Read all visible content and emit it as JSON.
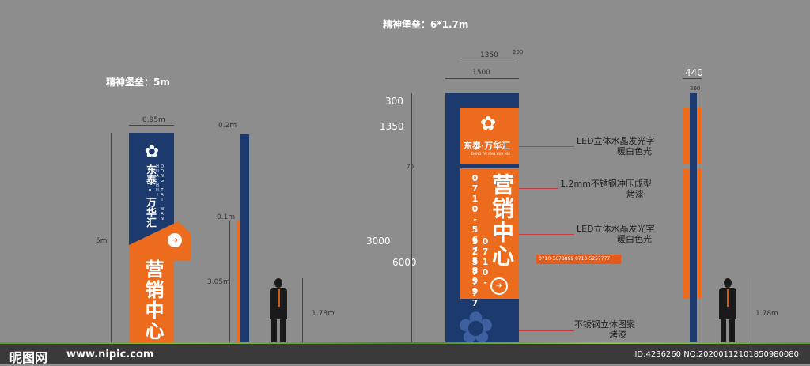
{
  "left": {
    "heading": "精神堡垒：5m",
    "dim_width": "0.95m",
    "dim_side": "0.2m",
    "dim_side2": "0.1m",
    "dim_total": "5m",
    "dim_mid": "3.05m",
    "dim_person": "1.78m",
    "brand": "东泰·万华汇",
    "brand_en": "DONG TAI WAN HUA HUI",
    "title": "营销中心",
    "arrow": "➔"
  },
  "right": {
    "heading": "精神堡垒：6*1.7m",
    "dim_1350_top": "1350",
    "dim_200": "200",
    "dim_1500": "1500",
    "dim_300": "300",
    "dim_1350": "1350",
    "dim_70": "70",
    "dim_3000": "3000",
    "dim_6000": "6000",
    "dim_440": "440",
    "dim_200b": "200",
    "dim_person": "1.78m",
    "brand": "东泰·万华汇",
    "brand_en": "DONG TAI WAN HUA HUI",
    "phone1": "0710-5678899",
    "phone2": "0710-5257777",
    "phone_strip": "0710-5678899   0710-5257777",
    "title": "营销中心",
    "arrow": "➔"
  },
  "callouts": [
    {
      "line1": "LED立体水晶发光字",
      "line2": "暖白色光"
    },
    {
      "line1": "1.2mm不锈钢冲压成型",
      "line2": "烤漆"
    },
    {
      "line1": "LED立体水晶发光字",
      "line2": "暖白色光"
    },
    {
      "line1": "不锈钢立体图案",
      "line2": "烤漆"
    }
  ],
  "footer": {
    "logo": "昵图网",
    "url": "www.nipic.com",
    "id": "ID:4236260 NO:20200112101850980080"
  },
  "colors": {
    "navy": "#1c3a6e",
    "orange": "#ec6b1c",
    "background": "#8d8d8d"
  }
}
